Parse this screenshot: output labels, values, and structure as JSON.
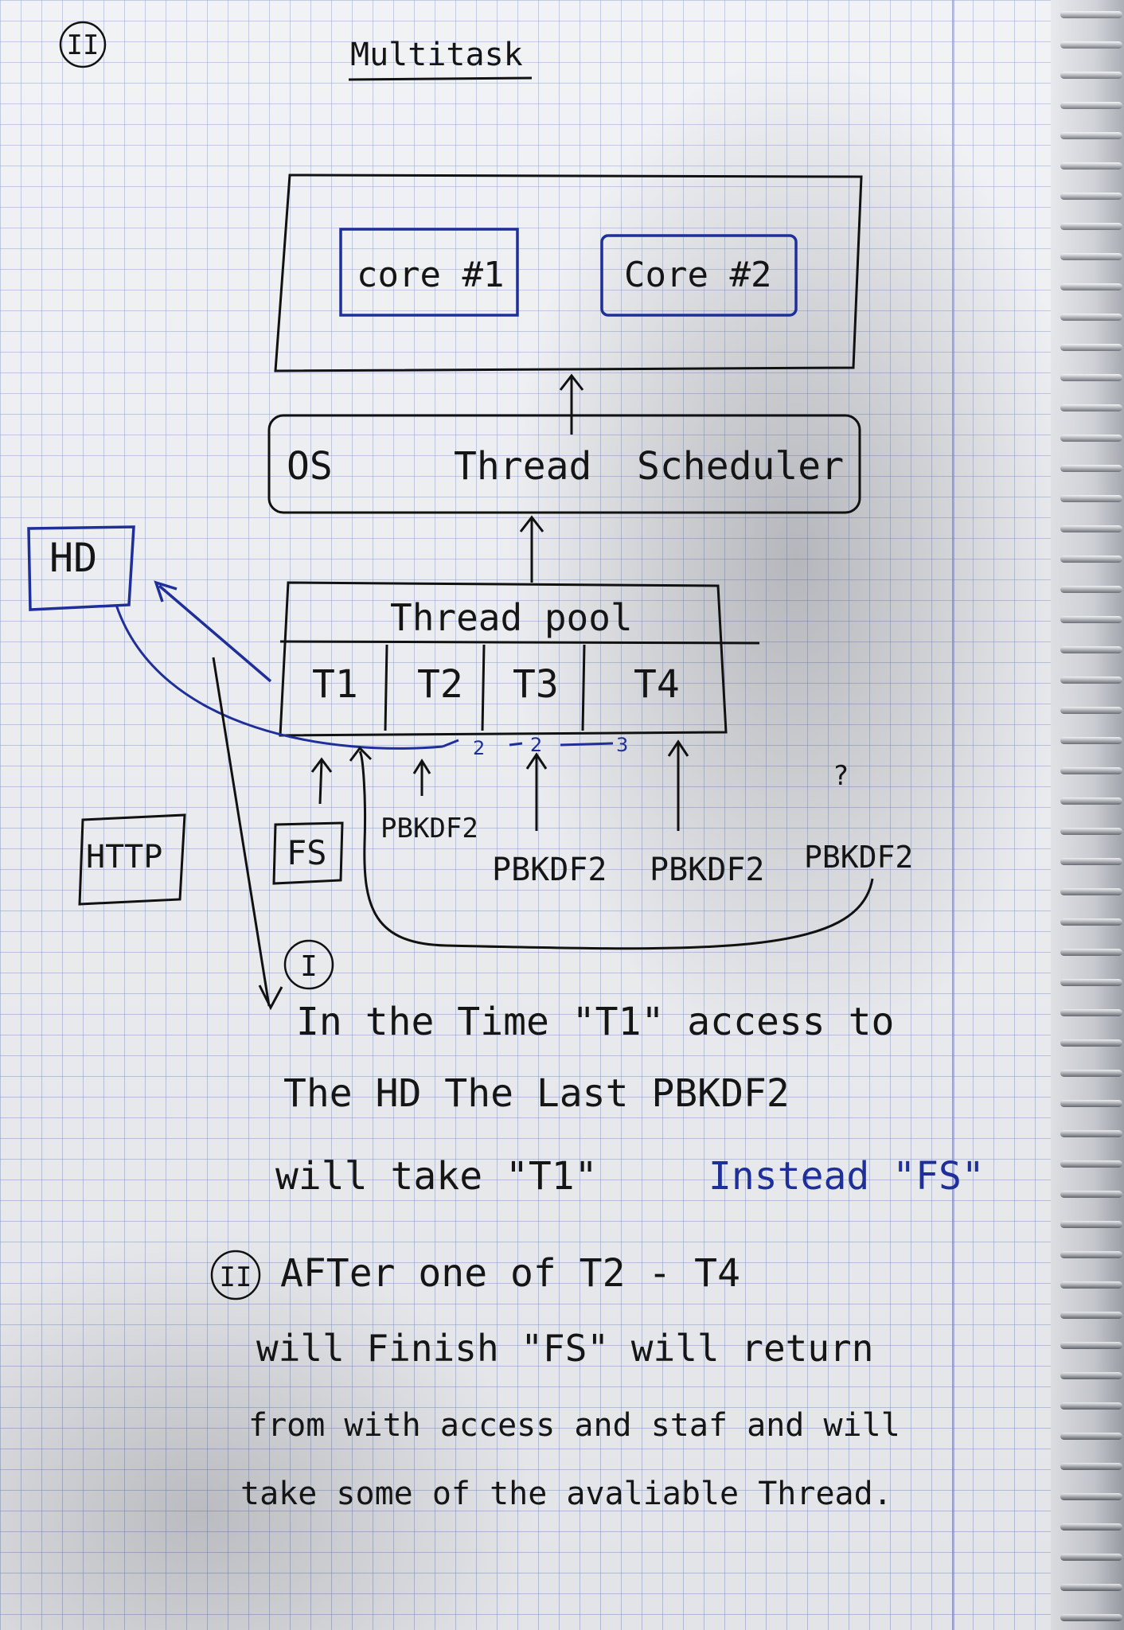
{
  "page_marker": "II",
  "title": "Multitask",
  "diagram": {
    "cores": [
      "core #1",
      "Core #2"
    ],
    "scheduler": {
      "left": "OS",
      "middle": "Thread",
      "right": "Scheduler"
    },
    "pool_label": "Thread pool",
    "threads": [
      "T1",
      "T2",
      "T3",
      "T4"
    ],
    "hd": "HD",
    "http": "HTTP",
    "fs": "FS",
    "tasks": [
      "PBKDF2",
      "PBKDF2",
      "PBKDF2",
      "PBKDF2"
    ],
    "question_mark": "?",
    "order_marks": [
      "2",
      "2",
      "3"
    ]
  },
  "notes": {
    "note1_marker": "I",
    "note1": [
      "In the Time \"T1\" access to",
      "The HD The Last PBKDF2",
      "will take \"T1\""
    ],
    "note1_blue": "Instead \"FS\"",
    "note2_marker": "II",
    "note2": [
      "AFTer one of T2 - T4",
      "will Finish \"FS\" will return",
      "from with access and staf and will",
      "take some of the avaliable Thread."
    ]
  }
}
